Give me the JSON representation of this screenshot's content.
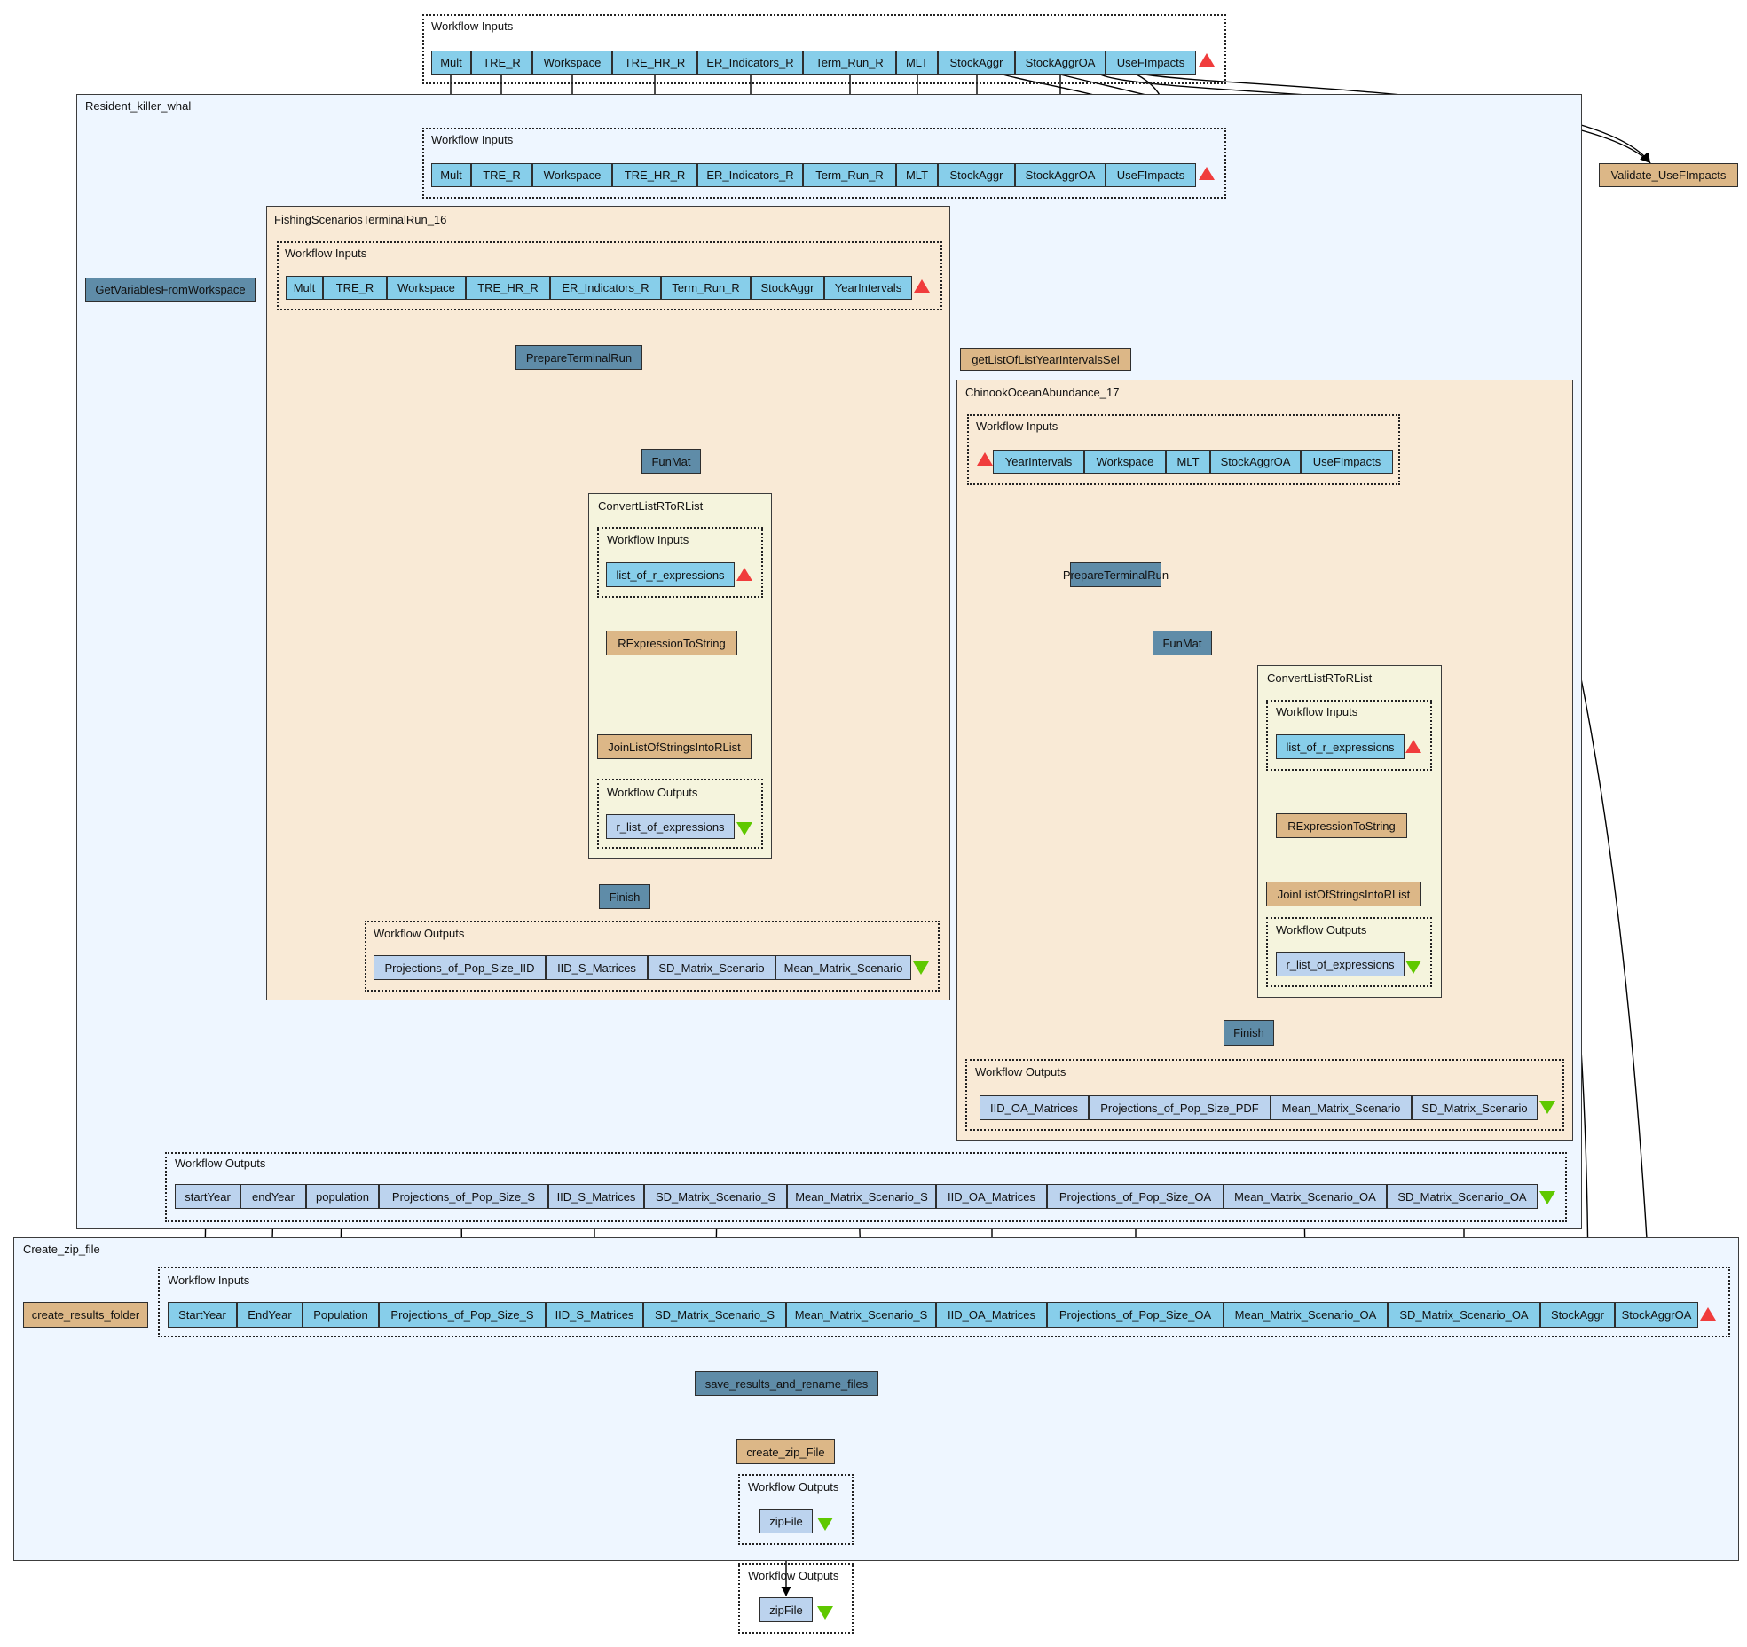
{
  "workflow_inputs_label": "Workflow Inputs",
  "workflow_outputs_label": "Workflow Outputs",
  "top_inputs": [
    "Mult",
    "TRE_R",
    "Workspace",
    "TRE_HR_R",
    "ER_Indicators_R",
    "Term_Run_R",
    "MLT",
    "StockAggr",
    "StockAggrOA",
    "UseFImpacts"
  ],
  "validate_node": "Validate_UseFImpacts",
  "resident": {
    "title": "Resident_killer_whal",
    "inputs": [
      "Mult",
      "TRE_R",
      "Workspace",
      "TRE_HR_R",
      "ER_Indicators_R",
      "Term_Run_R",
      "MLT",
      "StockAggr",
      "StockAggrOA",
      "UseFImpacts"
    ],
    "get_variables": "GetVariablesFromWorkspace",
    "get_list_node": "getListOfListYearIntervalsSel",
    "fishing": {
      "title": "FishingScenariosTerminalRun_16",
      "inputs": [
        "Mult",
        "TRE_R",
        "Workspace",
        "TRE_HR_R",
        "ER_Indicators_R",
        "Term_Run_R",
        "StockAggr",
        "YearIntervals"
      ],
      "prepare": "PrepareTerminalRun",
      "funmat": "FunMat",
      "convert": {
        "title": "ConvertListRToRList",
        "input": "list_of_r_expressions",
        "step1": "RExpressionToString",
        "step2": "JoinListOfStringsIntoRList",
        "output": "r_list_of_expressions"
      },
      "finish": "Finish",
      "outputs": [
        "Projections_of_Pop_Size_IID",
        "IID_S_Matrices",
        "SD_Matrix_Scenario",
        "Mean_Matrix_Scenario"
      ]
    },
    "chinook": {
      "title": "ChinookOceanAbundance_17",
      "inputs": [
        "YearIntervals",
        "Workspace",
        "MLT",
        "StockAggrOA",
        "UseFImpacts"
      ],
      "prepare": "PrepareTerminalRun",
      "funmat": "FunMat",
      "convert": {
        "title": "ConvertListRToRList",
        "input": "list_of_r_expressions",
        "step1": "RExpressionToString",
        "step2": "JoinListOfStringsIntoRList",
        "output": "r_list_of_expressions"
      },
      "finish": "Finish",
      "outputs": [
        "IID_OA_Matrices",
        "Projections_of_Pop_Size_PDF",
        "Mean_Matrix_Scenario",
        "SD_Matrix_Scenario"
      ]
    },
    "outputs": [
      "startYear",
      "endYear",
      "population",
      "Projections_of_Pop_Size_S",
      "IID_S_Matrices",
      "SD_Matrix_Scenario_S",
      "Mean_Matrix_Scenario_S",
      "IID_OA_Matrices",
      "Projections_of_Pop_Size_OA",
      "Mean_Matrix_Scenario_OA",
      "SD_Matrix_Scenario_OA"
    ]
  },
  "zip": {
    "title": "Create_zip_file",
    "create_results_folder": "create_results_folder",
    "inputs": [
      "StartYear",
      "EndYear",
      "Population",
      "Projections_of_Pop_Size_S",
      "IID_S_Matrices",
      "SD_Matrix_Scenario_S",
      "Mean_Matrix_Scenario_S",
      "IID_OA_Matrices",
      "Projections_of_Pop_Size_OA",
      "Mean_Matrix_Scenario_OA",
      "SD_Matrix_Scenario_OA",
      "StockAggr",
      "StockAggrOA"
    ],
    "save": "save_results_and_rename_files",
    "create_zip": "create_zip_File",
    "output": "zipFile"
  },
  "final_output": "zipFile",
  "colors": {
    "input_port": "#87ceea",
    "output_port": "#bcd3ee",
    "processor": "#5f8ca8",
    "beanshell": "#dcb787",
    "input_marker": "#f03c3c",
    "output_marker": "#5fc800",
    "nested_blue": "#eef6ff",
    "nested_tan": "#f9ead6",
    "nested_cream": "#f5f4dd"
  }
}
